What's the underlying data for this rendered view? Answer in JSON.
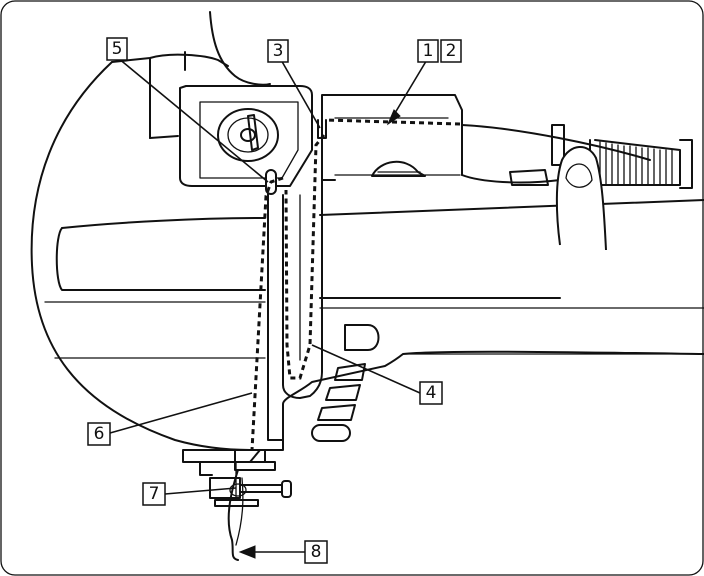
{
  "steps": [
    {
      "id": "1",
      "label": "1"
    },
    {
      "id": "2",
      "label": "2"
    },
    {
      "id": "3",
      "label": "3"
    },
    {
      "id": "4",
      "label": "4"
    },
    {
      "id": "5",
      "label": "5"
    },
    {
      "id": "6",
      "label": "6"
    },
    {
      "id": "7",
      "label": "7"
    },
    {
      "id": "8",
      "label": "8"
    }
  ],
  "colors": {
    "line": "#111111",
    "background": "#ffffff"
  }
}
